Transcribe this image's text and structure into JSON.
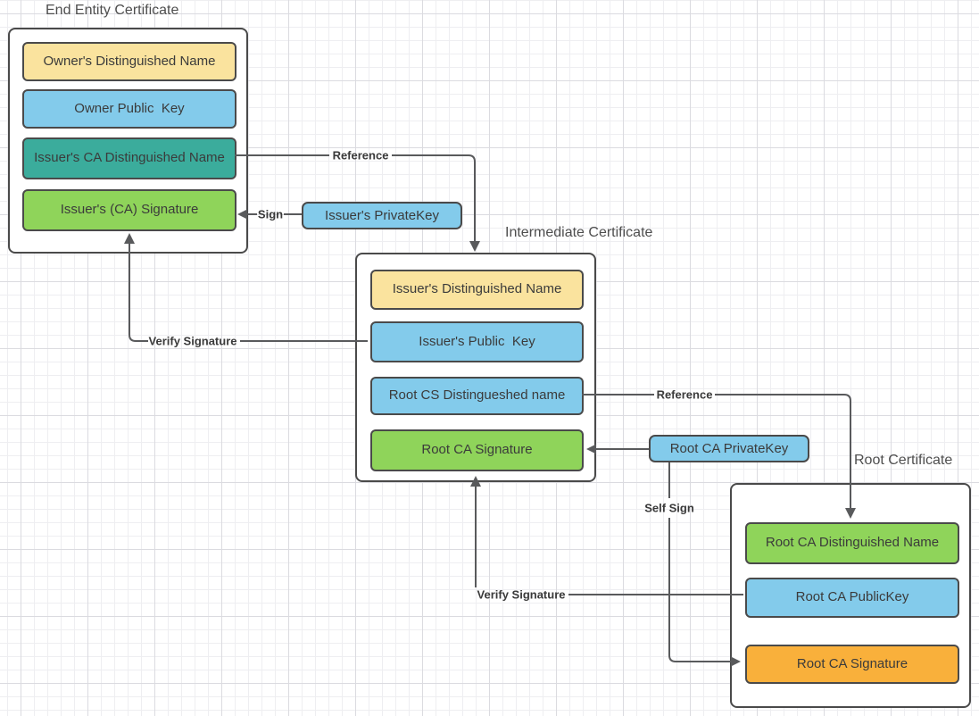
{
  "diagram": {
    "end_entity": {
      "title": "End Entity Certificate",
      "fields": {
        "f1": "Owner's Distinguished Name",
        "f2": "Owner Public  Key",
        "f3": "Issuer's CA Distinguished Name",
        "f4": "Issuer's (CA) Signature"
      }
    },
    "intermediate": {
      "title": "Intermediate Certificate",
      "fields": {
        "f1": "Issuer's Distinguished Name",
        "f2": "Issuer's Public  Key",
        "f3": "Root CS Distingueshed name",
        "f4": "Root CA Signature"
      }
    },
    "root": {
      "title": "Root Certificate",
      "fields": {
        "f1": "Root CA Distinguished Name",
        "f2": "Root CA PublicKey",
        "f3": "Root CA Signature"
      }
    },
    "keys": {
      "issuer_private_key": "Issuer's PrivateKey",
      "root_private_key": "Root CA PrivateKey"
    },
    "labels": {
      "reference1": "Reference",
      "sign": "Sign",
      "verify1": "Verify Signature",
      "reference2": "Reference",
      "self_sign": "Self Sign",
      "verify2": "Verify Signature"
    }
  },
  "colors": {
    "yellow": "#FAE39E",
    "blue": "#83CBEB",
    "teal": "#3BAC9C",
    "green": "#8FD45A",
    "orange": "#F9B03B",
    "container_fill": "#FFFFFF",
    "shape_border": "#4A4A4A",
    "connector": "#595A5C",
    "grid_minor": "#EEEEF1",
    "grid_major": "#DBDBE0"
  }
}
